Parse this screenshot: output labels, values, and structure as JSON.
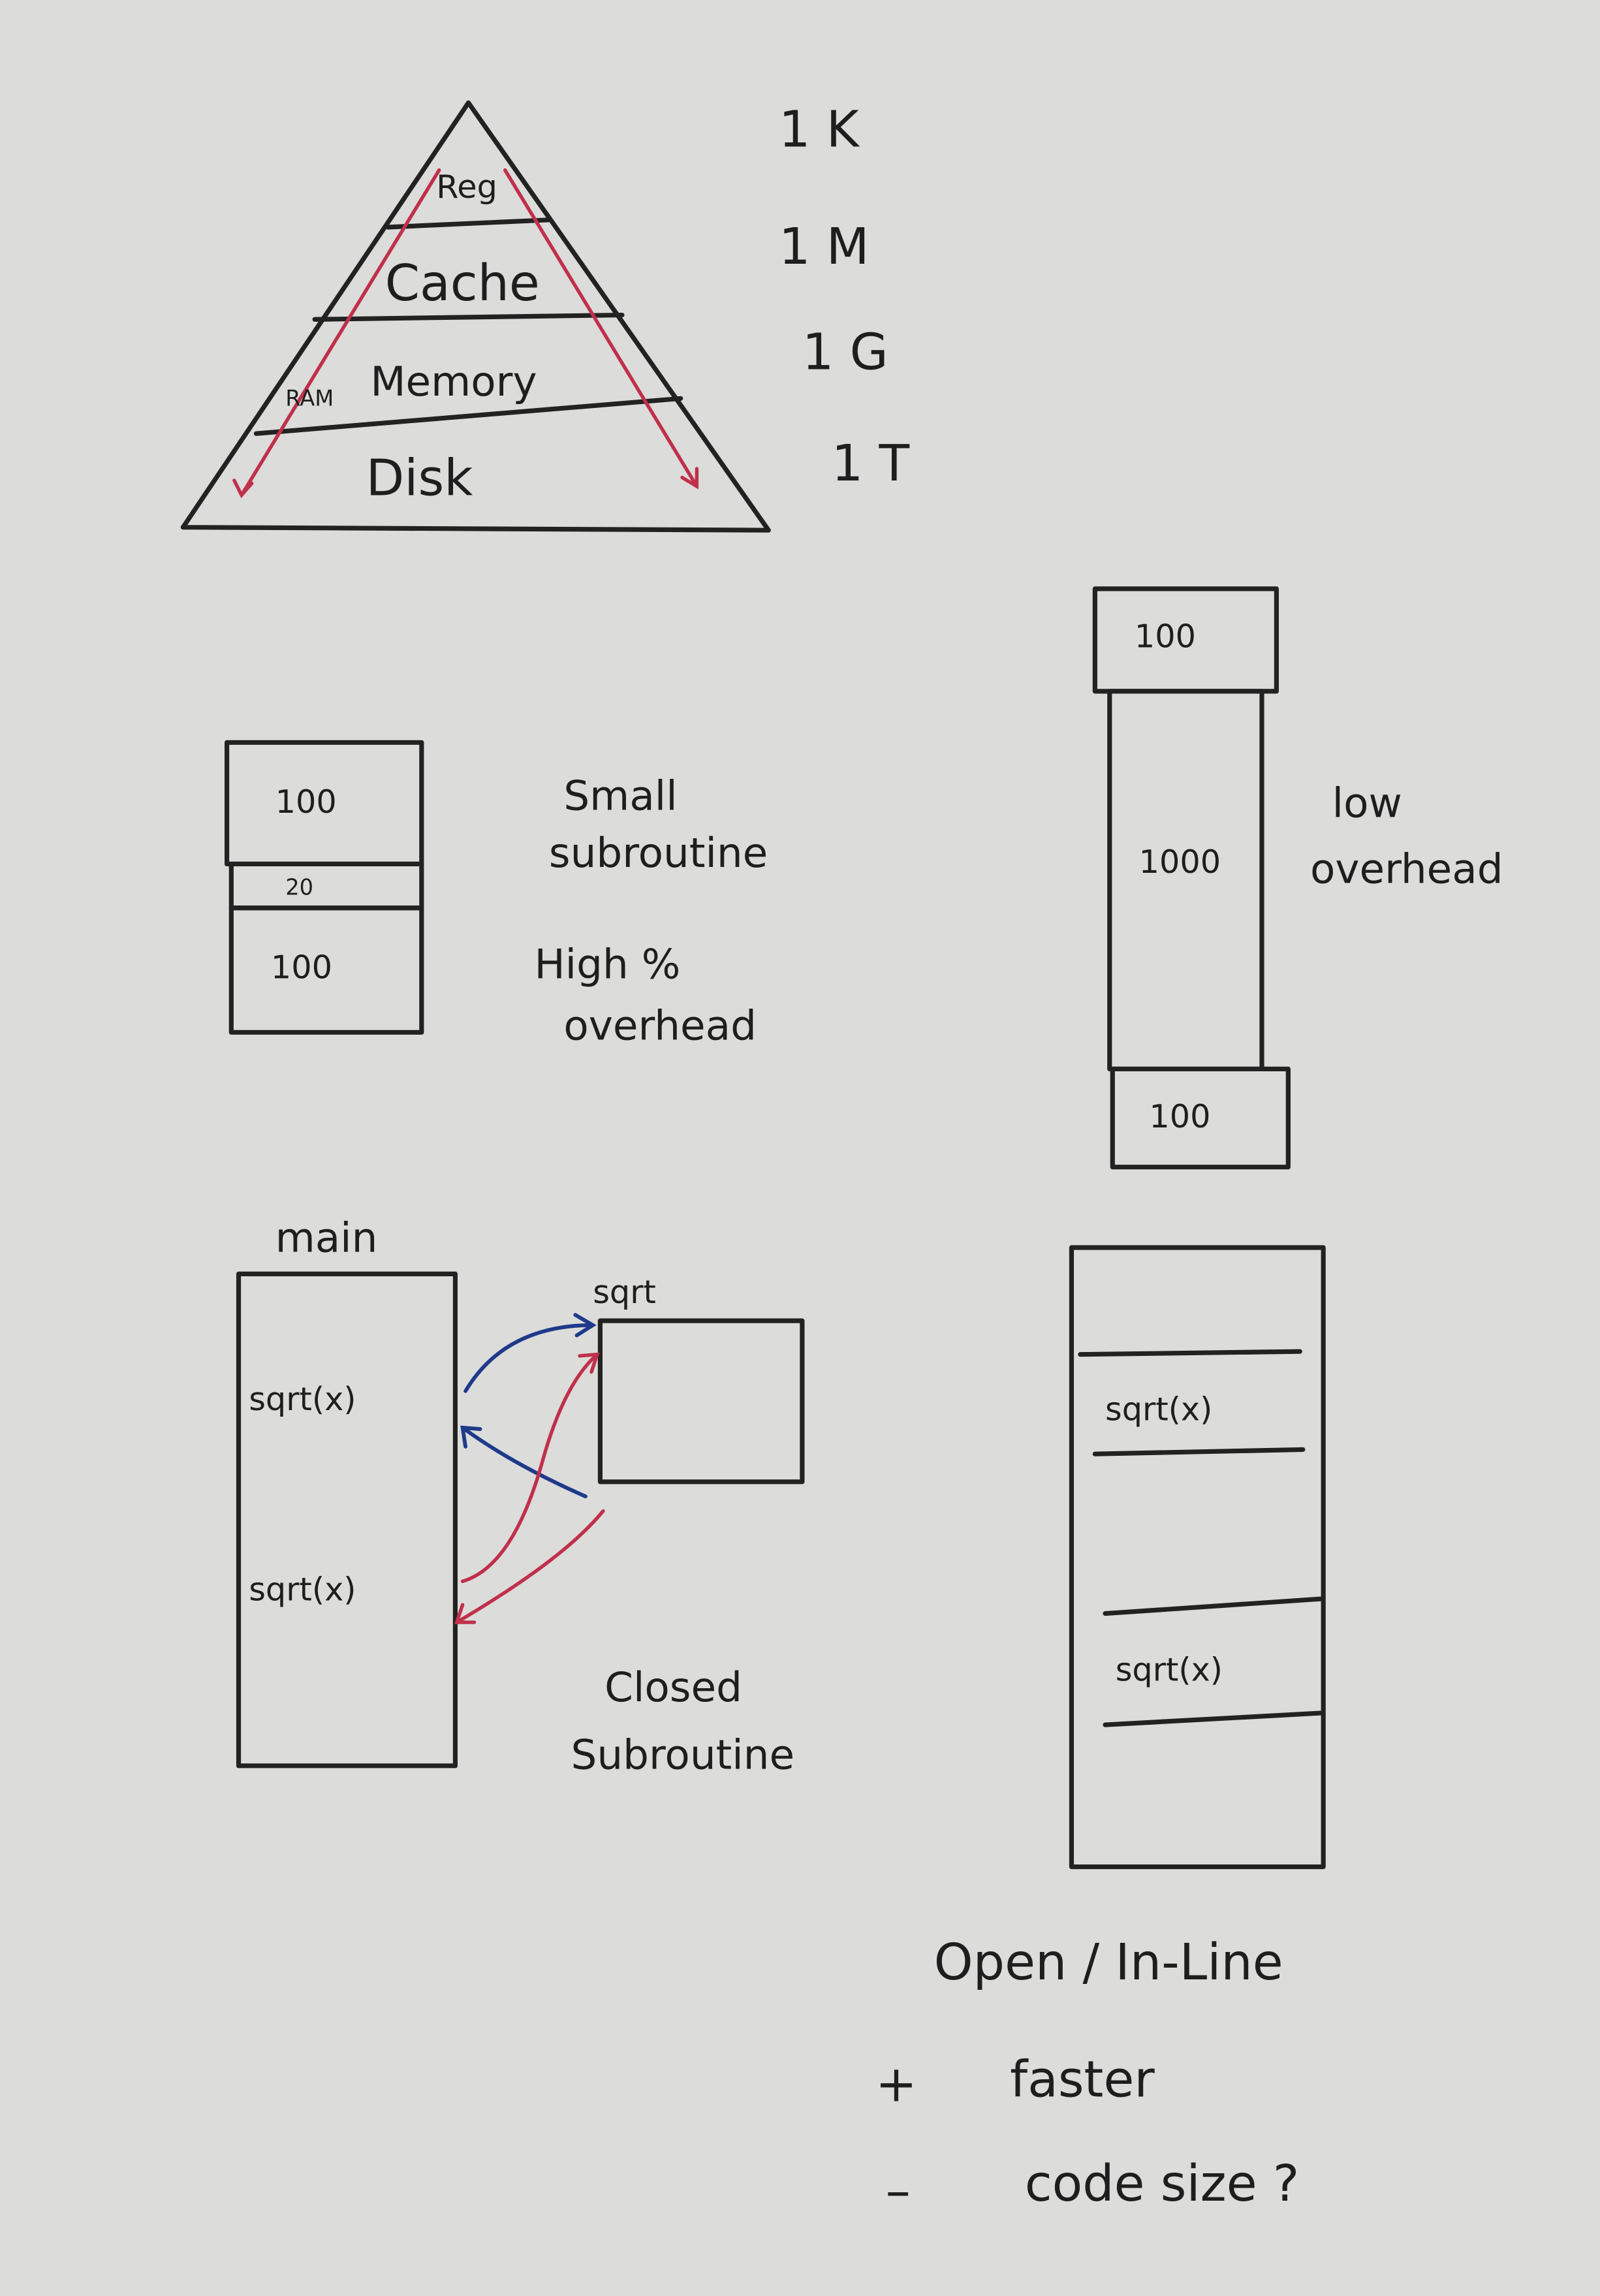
{
  "pyramid": {
    "levels": [
      "Reg",
      "Cache",
      "Memory",
      "Disk"
    ],
    "ram_label": "RAM",
    "sizes": [
      "1 K",
      "1 M",
      "1 G",
      "1 T"
    ]
  },
  "small_subroutine": {
    "blocks": [
      "100",
      "20",
      "100"
    ],
    "title_lines": [
      "Small",
      "subroutine"
    ],
    "note_lines": [
      "High %",
      "overhead"
    ]
  },
  "large_subroutine": {
    "blocks": [
      "100",
      "1000",
      "100"
    ],
    "note_lines": [
      "low",
      "overhead"
    ]
  },
  "closed_subroutine": {
    "main_label": "main",
    "calls": [
      "sqrt(x)",
      "sqrt(x)"
    ],
    "sqrt_label": "sqrt",
    "caption_lines": [
      "Closed",
      "Subroutine"
    ],
    "colors": {
      "first_call": "#1f3a8a",
      "second_call": "#c0304a"
    }
  },
  "inline": {
    "calls": [
      "sqrt(x)",
      "sqrt(x)"
    ],
    "title": "Open / In-Line",
    "pros": [
      {
        "sign": "+",
        "text": "faster"
      },
      {
        "sign": "–",
        "text": "code size ?"
      }
    ]
  }
}
